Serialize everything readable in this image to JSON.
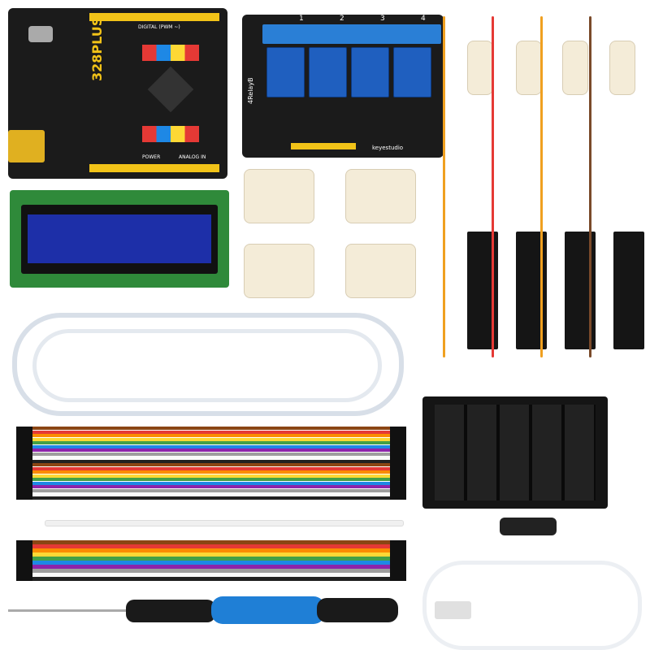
{
  "board": {
    "label": "328PLUS",
    "header_label": "DIGITAL (PWM ~)",
    "analog_label": "ANALOG IN",
    "power_label": "POWER"
  },
  "relay_module": {
    "label": "4RelayB",
    "brand": "keyestudio",
    "channels": [
      "1",
      "2",
      "3",
      "4"
    ]
  },
  "colors": {
    "pcb": "#1b1b1b",
    "header": "#f2c318",
    "relay": "#1f5fbf",
    "lcd": "#1d2fa8",
    "lcd_pcb": "#2f8a3a",
    "screwdriver": "#1f7fd6",
    "battery_box": "#151515"
  },
  "ribbon_colors": [
    "#8b4513",
    "#e53935",
    "#fb8c00",
    "#fdd835",
    "#43a047",
    "#1e88e5",
    "#8e24aa",
    "#9e9e9e",
    "#fafafa",
    "#212121"
  ],
  "components": [
    "arduino-board",
    "relay-module",
    "lcd-display",
    "water-pumps",
    "moisture-sensors",
    "tubing",
    "jumper-wires",
    "cable-tie",
    "screwdriver",
    "battery-holder",
    "usb-cable"
  ]
}
